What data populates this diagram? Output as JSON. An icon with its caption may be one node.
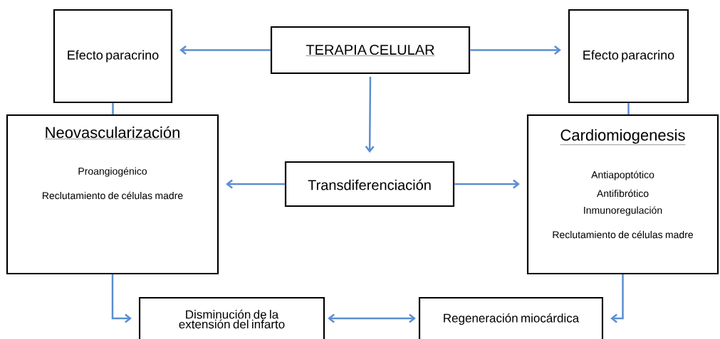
{
  "diagram": {
    "nodes": [
      {
        "text": [
          "TERAPIA CELULAR"
        ]
      },
      {
        "text": [
          "Efecto paracrino"
        ]
      },
      {
        "text": [
          "Efecto paracrino"
        ]
      },
      {
        "text": [
          "Neovascularización",
          "Proangiogénico",
          "Reclutamiento de células madre"
        ]
      },
      {
        "text": [
          "Transdiferenciación"
        ]
      },
      {
        "text": [
          "Cardiomiogenesis",
          "Antiapoptótico",
          "Antifibrótico",
          "Inmunoregulación",
          "Reclutamiento de células madre"
        ]
      },
      {
        "text": [
          "Disminución de la extensión del infarto"
        ]
      },
      {
        "text": [
          "Regeneración miocárdica"
        ]
      }
    ],
    "edges": [
      {
        "from": 0,
        "to": 1,
        "arrow": "to"
      },
      {
        "from": 0,
        "to": 2,
        "arrow": "to"
      },
      {
        "from": 0,
        "to": 4,
        "arrow": "to"
      },
      {
        "from": 1,
        "to": 3,
        "arrow": "none"
      },
      {
        "from": 2,
        "to": 5,
        "arrow": "none"
      },
      {
        "from": 4,
        "to": 3,
        "arrow": "to"
      },
      {
        "from": 4,
        "to": 5,
        "arrow": "to"
      },
      {
        "from": 3,
        "to": 6,
        "arrow": "to"
      },
      {
        "from": 5,
        "to": 7,
        "arrow": "to"
      },
      {
        "from": 6,
        "to": 7,
        "arrow": "both"
      }
    ]
  }
}
